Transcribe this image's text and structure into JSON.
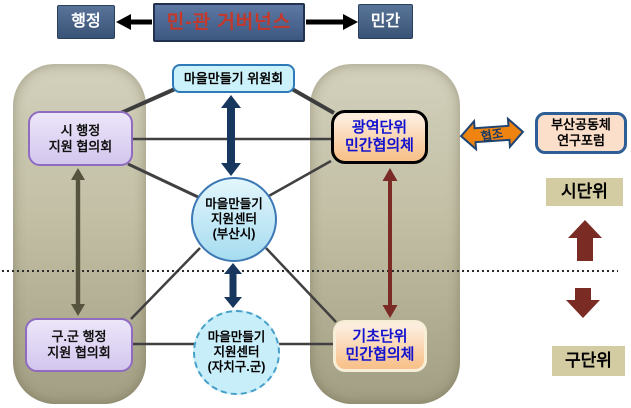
{
  "top_bar": {
    "admin_label": "행정",
    "governance_label": "민-관 거버넌스",
    "private_label": "민간"
  },
  "nodes": {
    "village_committee": "마을만들기 위원회",
    "city_admin_council": "시 행정\n지원 협의회",
    "metro_private_council": "광역단위\n민간협의체",
    "village_support_center_busan": "마을만들기\n지원센터\n(부산시)",
    "gu_gun_admin_council": "구.군 행정\n지원 협의회",
    "village_support_center_district": "마을만들기\n지원센터\n(자치구.군)",
    "basic_private_council": "기초단위\n민간협의체",
    "busan_community_forum": "부산공동체\n연구포럼"
  },
  "labels": {
    "cooperation": "협조",
    "city_level": "시단위",
    "district_level": "구단위"
  },
  "colors": {
    "navy_box": "#3d5880",
    "governance_text_red": "#c4382a",
    "panel_olive": "#c2bfa5",
    "cyan_box": "#cbf1fa",
    "lavender_box": "#d3c6ee",
    "peach_box": "#f8c28d",
    "blue_text": "#1212cf",
    "navy_arrow": "#17375e",
    "olive_arrow": "#56533f",
    "maroon_arrow": "#7b2b25",
    "orange_arrow": "#ee8310",
    "khaki_label": "#d3cca2"
  }
}
